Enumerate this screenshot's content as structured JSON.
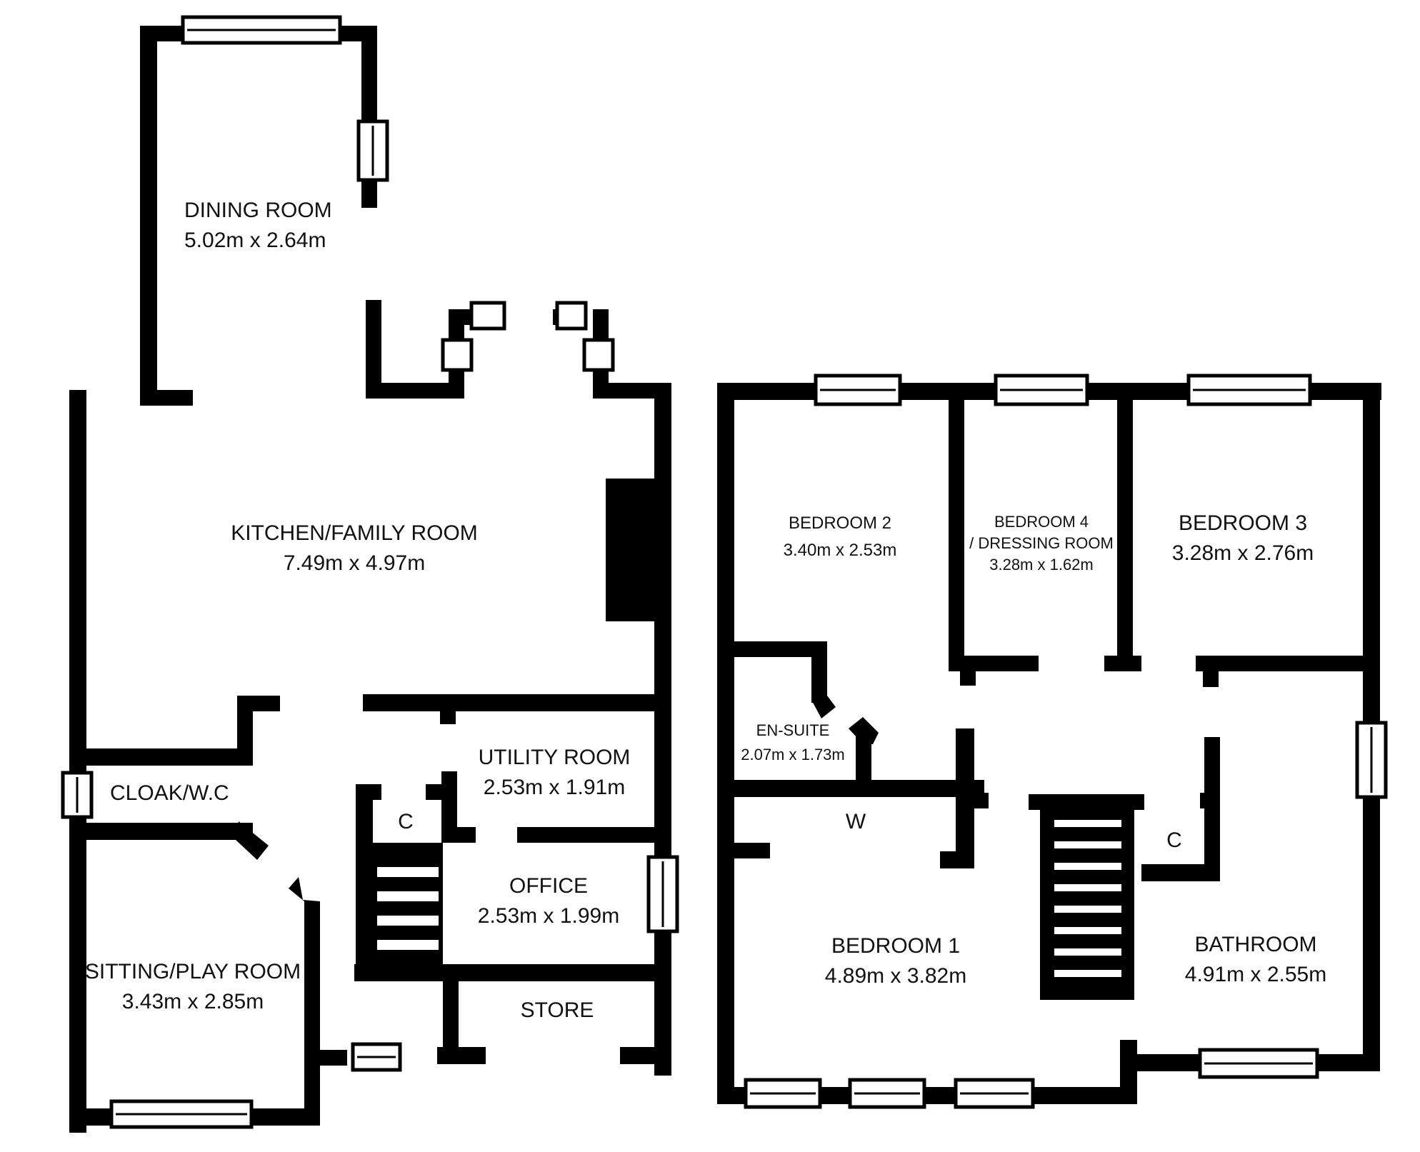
{
  "ground_floor": {
    "dining_room": {
      "name": "DINING ROOM",
      "size": "5.02m x 2.64m"
    },
    "kitchen": {
      "name": "KITCHEN/FAMILY ROOM",
      "size": "7.49m x 4.97m"
    },
    "utility": {
      "name": "UTILITY ROOM",
      "size": "2.53m x 1.91m"
    },
    "cloak": {
      "name": "CLOAK/W.C"
    },
    "office": {
      "name": "OFFICE",
      "size": "2.53m x 1.99m"
    },
    "sitting": {
      "name": "SITTING/PLAY ROOM",
      "size": "3.43m x 2.85m"
    },
    "store": {
      "name": "STORE"
    },
    "cupboard": "C"
  },
  "first_floor": {
    "bedroom2": {
      "name": "BEDROOM 2",
      "size": "3.40m x 2.53m"
    },
    "bedroom4": {
      "name": "BEDROOM 4",
      "name2": "/ DRESSING ROOM",
      "size": "3.28m x 1.62m"
    },
    "bedroom3": {
      "name": "BEDROOM 3",
      "size": "3.28m x 2.76m"
    },
    "ensuite": {
      "name": "EN-SUITE",
      "size": "2.07m x 1.73m"
    },
    "bedroom1": {
      "name": "BEDROOM 1",
      "size": "4.89m x 3.82m"
    },
    "bathroom": {
      "name": "BATHROOM",
      "size": "4.91m x 2.55m"
    },
    "wardrobe": "W",
    "cupboard": "C"
  }
}
